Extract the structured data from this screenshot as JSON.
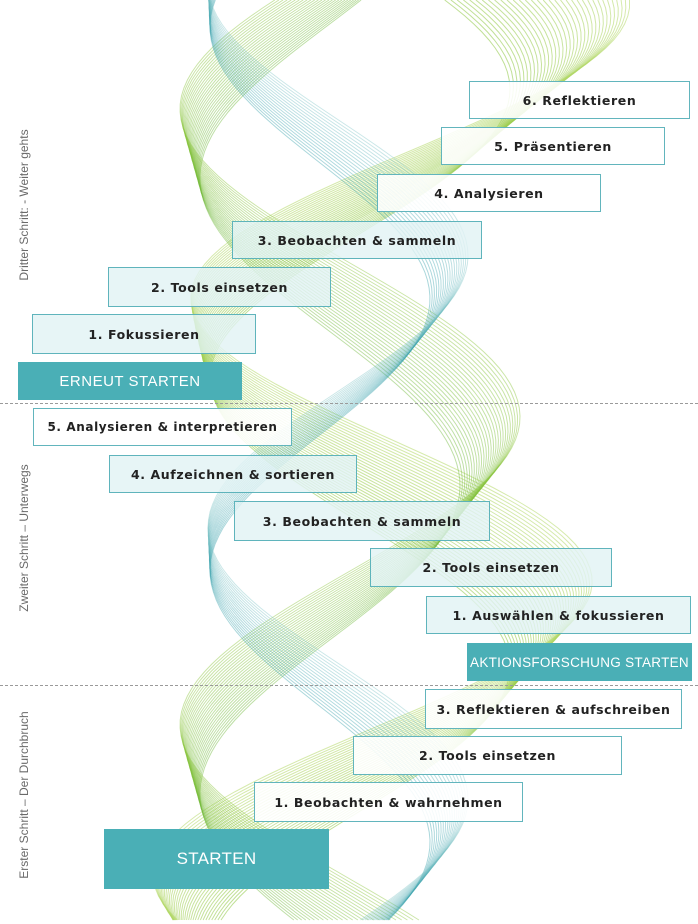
{
  "sections": [
    {
      "title": "Dritter Schritt: - Weiter gehts",
      "button": "ERNEUT STARTEN",
      "steps": [
        "1. Fokussieren",
        "2. Tools einsetzen",
        "3. Beobachten & sammeln",
        "4. Analysieren",
        "5. Präsentieren",
        "6. Reflektieren"
      ]
    },
    {
      "title": "Zweiter Schritt – Unterwegs",
      "button": "AKTIONSFORSCHUNG STARTEN",
      "steps": [
        "1. Auswählen & fokussieren",
        "2. Tools einsetzen",
        "3. Beobachten & sammeln",
        "4. Aufzeichnen & sortieren",
        "5. Analysieren & interpretieren"
      ]
    },
    {
      "title": "Erster Schritt – Der Durchbruch",
      "button": "STARTEN",
      "steps": [
        "1. Beobachten & wahrnehmen",
        "2. Tools einsetzen",
        "3. Reflektieren & aufschreiben"
      ]
    }
  ],
  "colors": {
    "accent": "#4aafb6",
    "ribbon_green": "#8cc63f",
    "ribbon_teal": "#2a9aa6"
  }
}
